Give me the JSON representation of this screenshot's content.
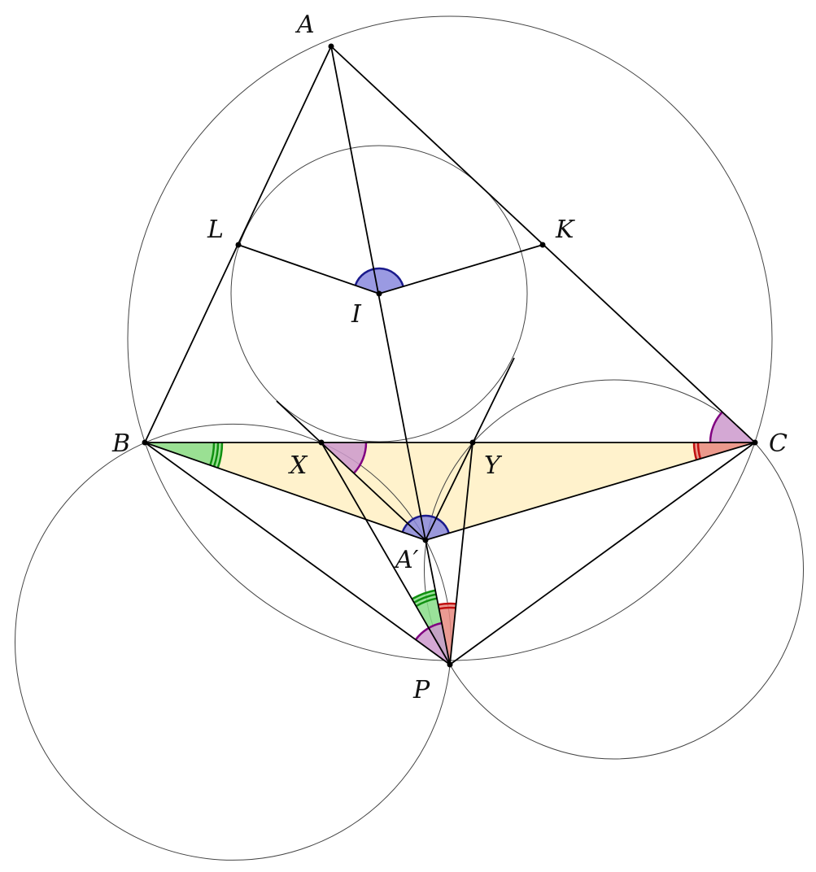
{
  "labels": {
    "A": "A",
    "B": "B",
    "C": "C",
    "I": "I",
    "L": "L",
    "K": "K",
    "X": "X",
    "Y": "Y",
    "A_prime": "A′",
    "P": "P"
  },
  "colors": {
    "triangle_fill": "#fff2cc",
    "blue_angle": "#8888dd",
    "blue_stroke": "#1a1a8c",
    "purple_angle": "#cc99cc",
    "purple_stroke": "#800080",
    "green_angle": "#88dd88",
    "green_stroke": "#109010",
    "red_angle": "#e88a80",
    "red_stroke": "#c01010"
  }
}
